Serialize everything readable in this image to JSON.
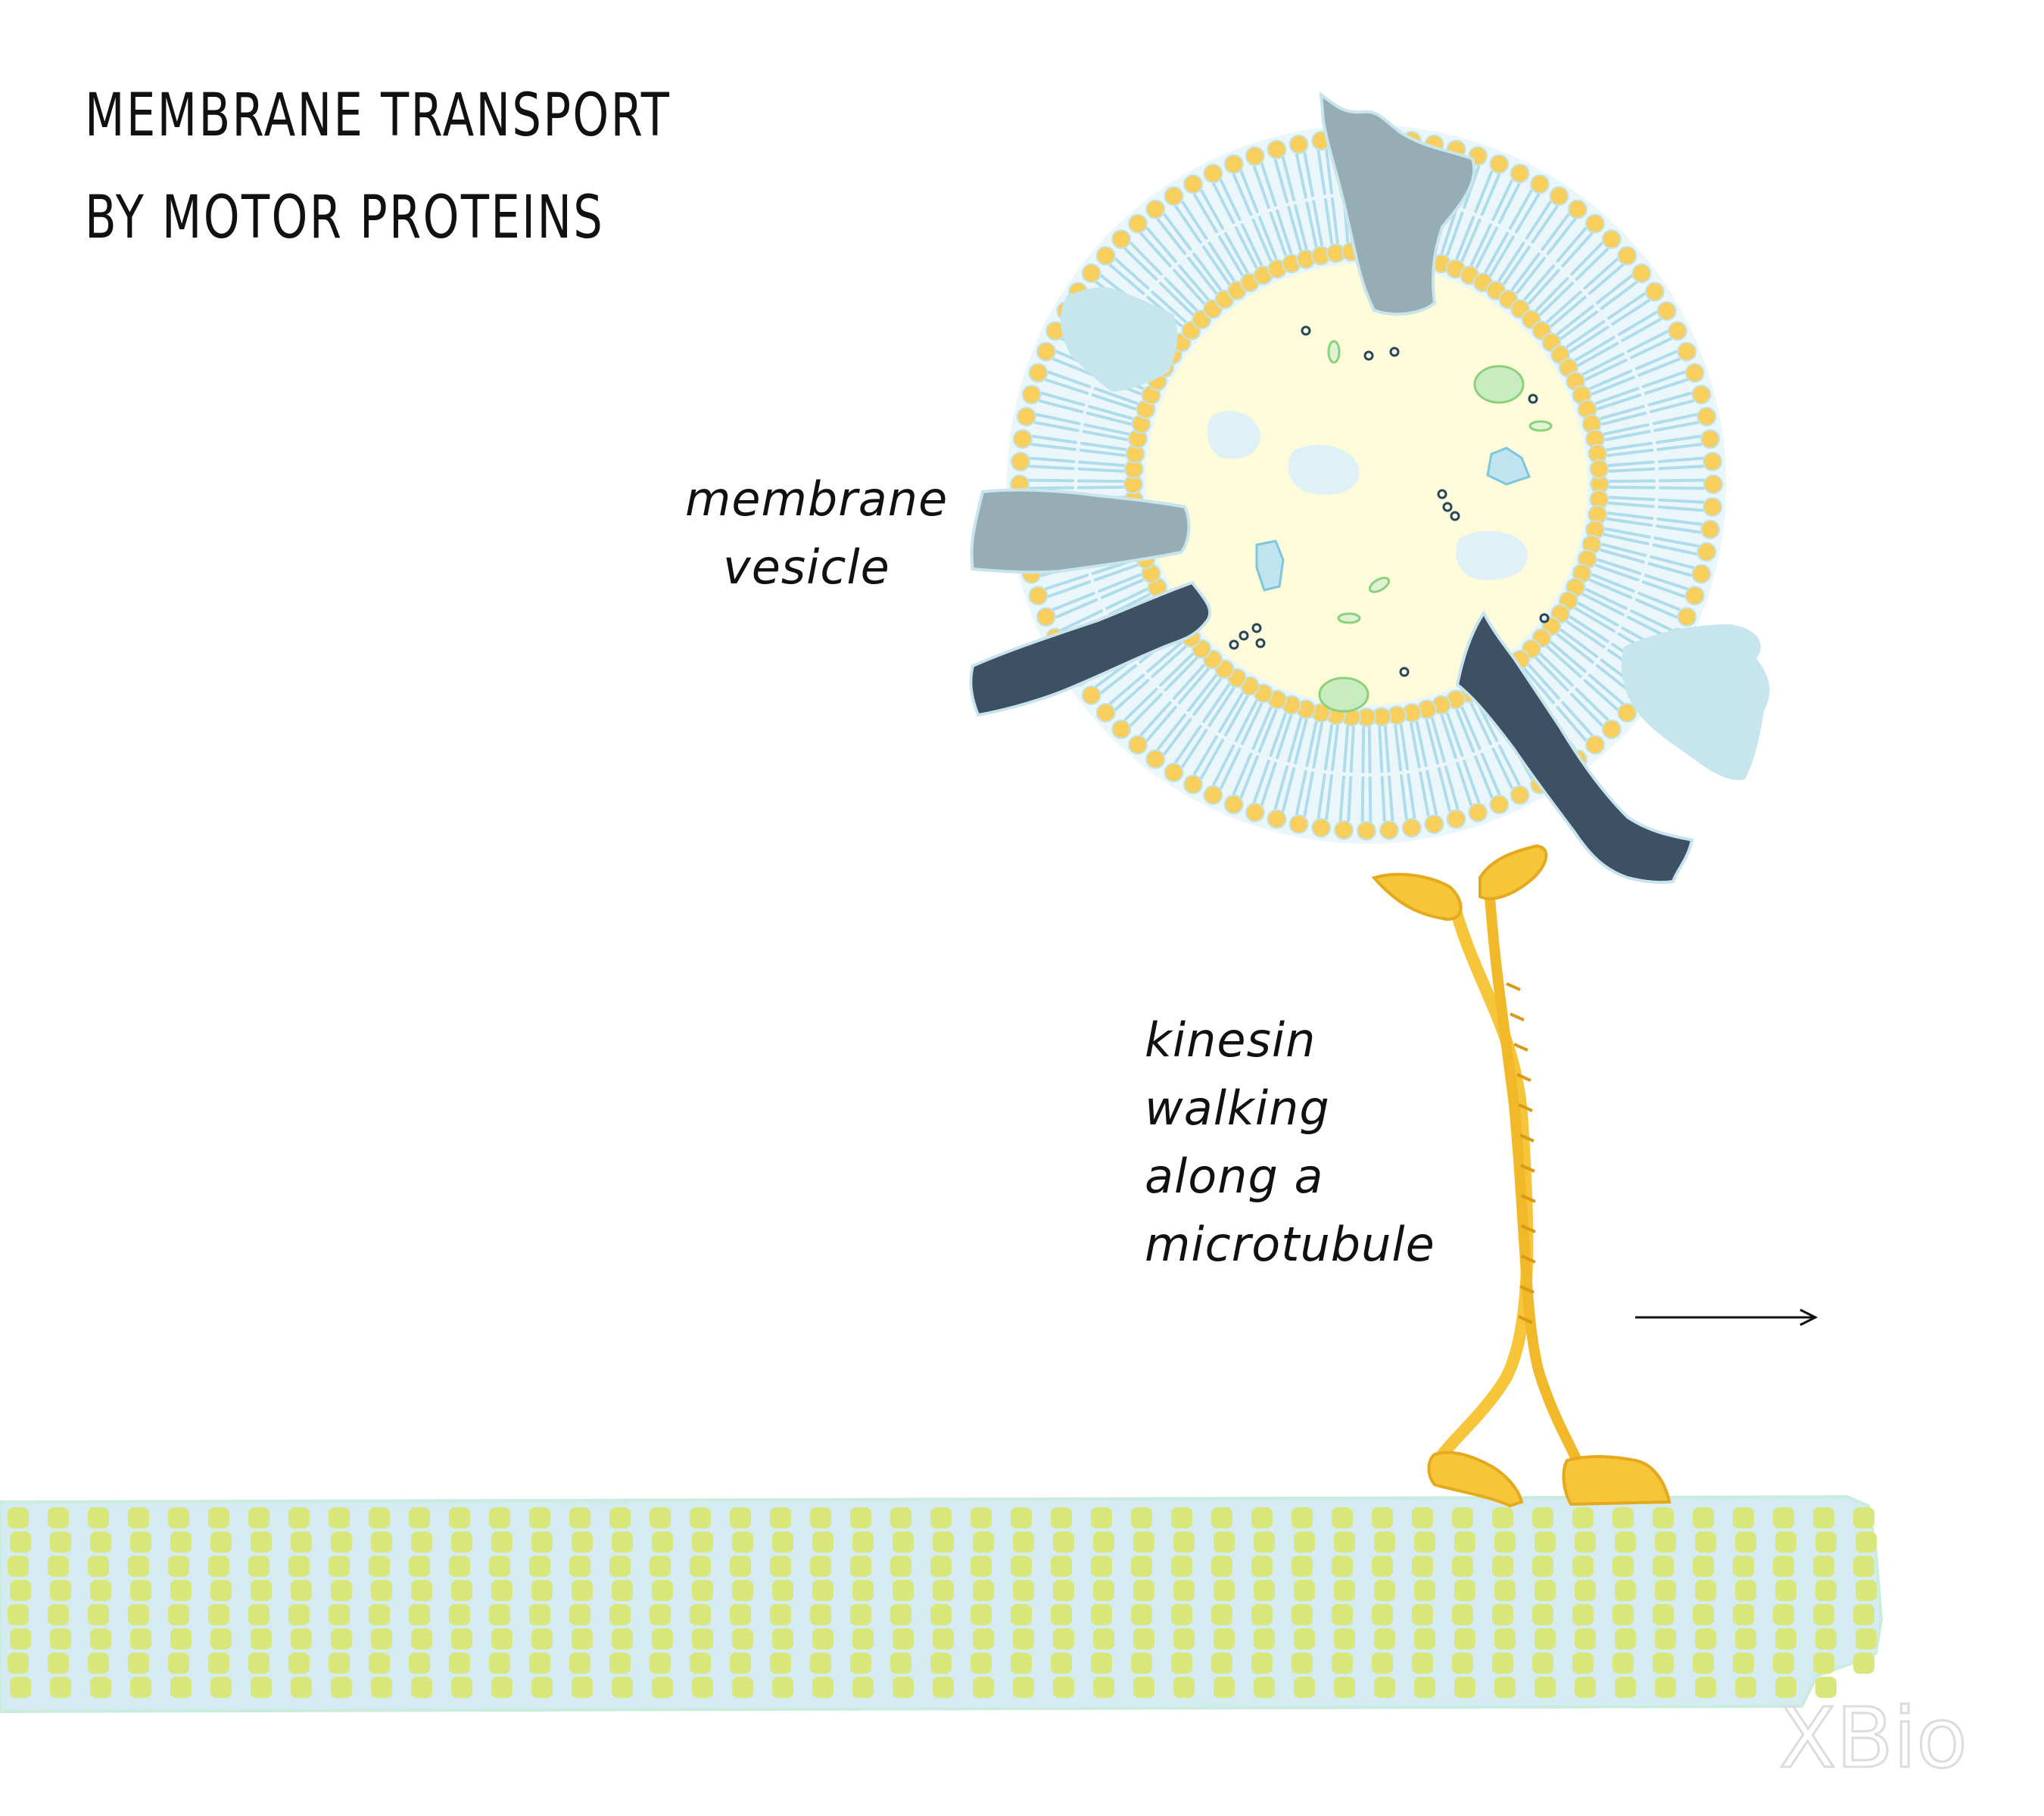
{
  "title": {
    "line1": "MEMBRANE TRANSPORT",
    "line2": "BY MOTOR PROTEINS"
  },
  "labels": {
    "vesicle": [
      "membrane",
      "vesicle"
    ],
    "kinesin": [
      "kinesin",
      "walking",
      "along a",
      "microtubule"
    ]
  },
  "logo": {
    "text": "XBio"
  },
  "colors": {
    "lipid_head": "#f8cf5c",
    "lipid_tail": "#aedcea",
    "lumen": "#fdfbd9",
    "protein_gray": "#97adb4",
    "protein_dark": "#3d5064",
    "protein_light": "#c6e5ec",
    "kinesin": "#f7c53a",
    "microtubule_alpha": "#d9e67a",
    "microtubule_beta": "#d4ebf1",
    "cargo_green": "#c8ecc0"
  }
}
